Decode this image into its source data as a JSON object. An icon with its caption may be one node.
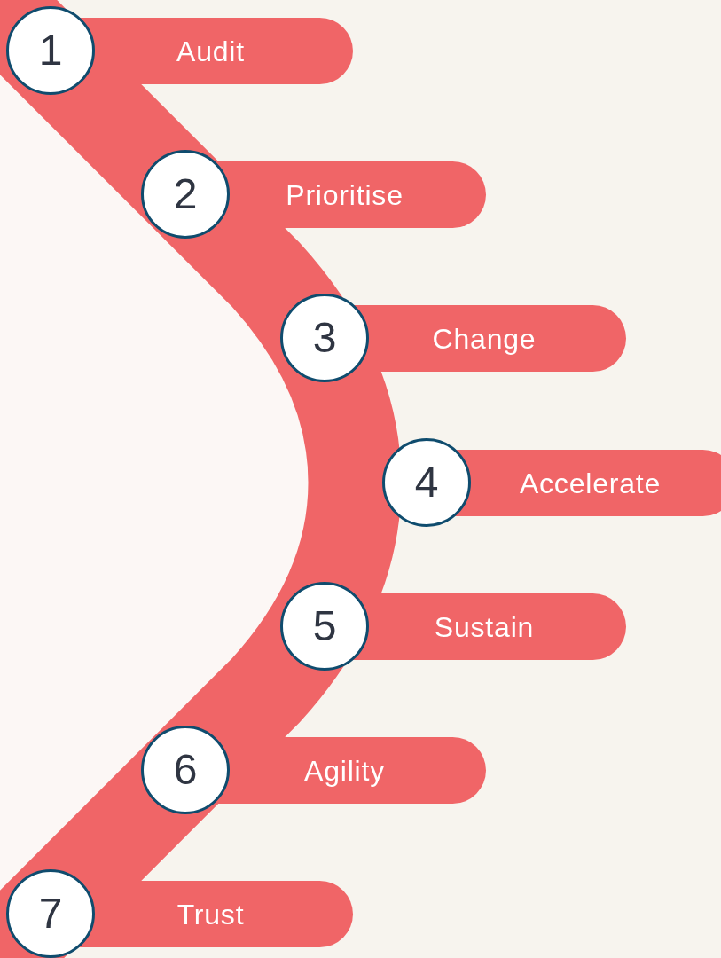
{
  "diagram": {
    "nodes": [
      {
        "text": [
          "1",
          "Audit"
        ]
      },
      {
        "text": [
          "2",
          "Prioritise"
        ]
      },
      {
        "text": [
          "3",
          "Change"
        ]
      },
      {
        "text": [
          "4",
          "Accelerate"
        ]
      },
      {
        "text": [
          "5",
          "Sustain"
        ]
      },
      {
        "text": [
          "6",
          "Agility"
        ]
      },
      {
        "text": [
          "7",
          "Trust"
        ]
      }
    ]
  }
}
